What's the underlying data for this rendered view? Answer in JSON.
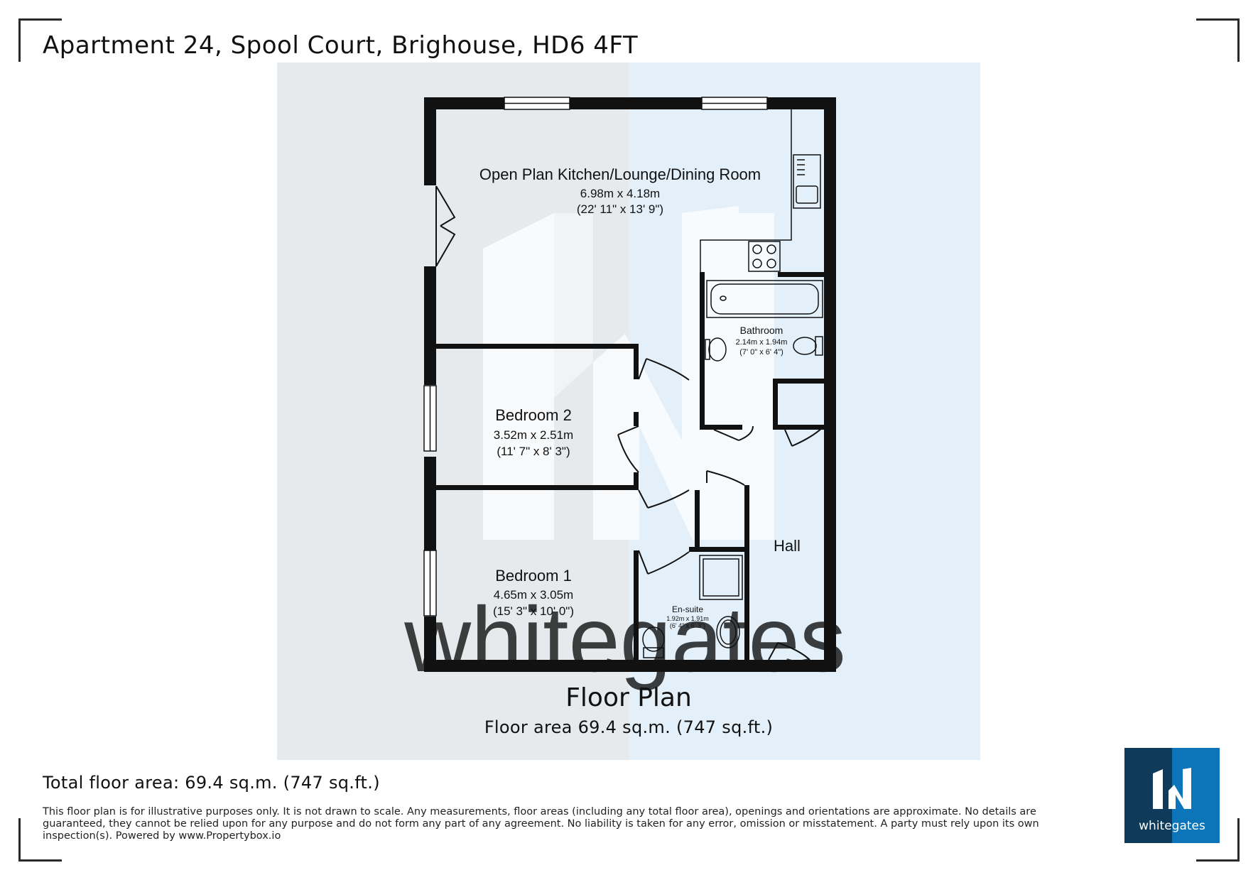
{
  "header": {
    "address": "Apartment 24, Spool Court, Brighouse, HD6 4FT"
  },
  "rooms": {
    "kitchen": {
      "name": "Open Plan Kitchen/Lounge/Dining Room",
      "metric": "6.98m x 4.18m",
      "imperial": "(22' 11\" x 13' 9\")"
    },
    "bathroom": {
      "name": "Bathroom",
      "metric": "2.14m x 1.94m",
      "imperial": "(7' 0\" x 6' 4\")"
    },
    "bedroom2": {
      "name": "Bedroom 2",
      "metric": "3.52m x 2.51m",
      "imperial": "(11' 7\" x 8' 3\")"
    },
    "bedroom1": {
      "name": "Bedroom 1",
      "metric": "4.65m x 3.05m",
      "imperial": "(15' 3\" x 10' 0\")"
    },
    "ensuite": {
      "name": "En-suite",
      "metric": "1.92m x 1.91m",
      "imperial": "(6' 4\" x 6' 3\")"
    },
    "hall": {
      "name": "Hall"
    }
  },
  "plan": {
    "title": "Floor Plan",
    "area": "Floor area 69.4 sq.m. (747 sq.ft.)",
    "watermark": "whitegates"
  },
  "footer": {
    "total": "Total floor area: 69.4 sq.m. (747 sq.ft.)",
    "disclaimer": "This floor plan is for illustrative purposes only. It is not drawn to scale. Any measurements, floor areas (including any total floor area), openings and orientations are approximate. No details are guaranteed, they cannot be relied upon for any purpose and do not form any part of any agreement. No liability is taken for any error, omission or misstatement. A party must rely upon its own inspection(s). Powered by www.Propertybox.io"
  },
  "logo": {
    "text": "whitegates"
  },
  "colors": {
    "wall": "#111111",
    "bg_left": "#e6eaed",
    "bg_right": "#e3f0f9",
    "logo_dark": "#0f3a5a",
    "logo_blue": "#0c75b9"
  }
}
